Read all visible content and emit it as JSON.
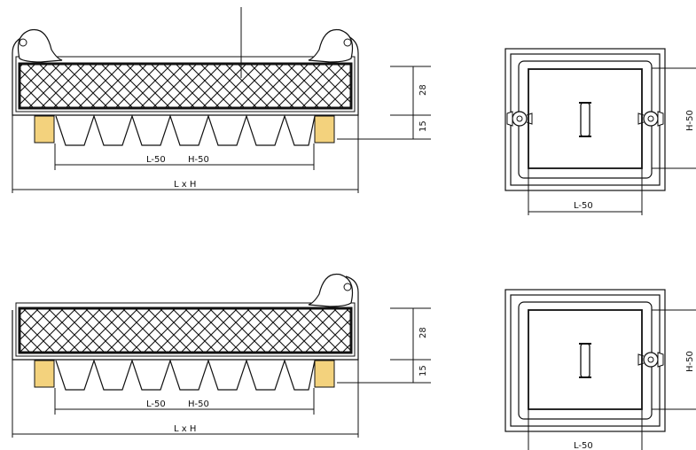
{
  "top_side_view": {
    "dim_inner": "L-50",
    "dim_inner_h": "H-50",
    "dim_outer": "L x H",
    "thickness_main": "28",
    "thickness_flange": "15"
  },
  "top_front_view": {
    "dim_width": "L-50",
    "dim_height": "H-50"
  },
  "bottom_side_view": {
    "dim_inner": "L-50",
    "dim_inner_h": "H-50",
    "dim_outer": "L x H",
    "thickness_main": "28",
    "thickness_flange": "15"
  },
  "bottom_front_view": {
    "dim_width": "L-50",
    "dim_height": "H-50"
  },
  "colors": {
    "line": "#111111",
    "yellow_block": "#f3d27d"
  }
}
